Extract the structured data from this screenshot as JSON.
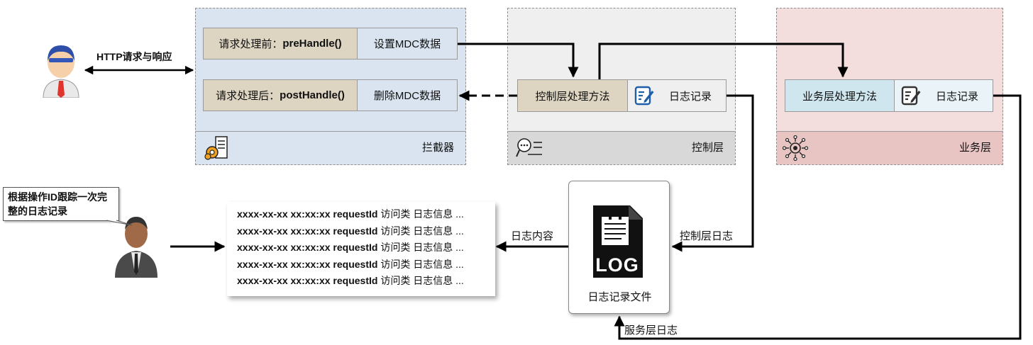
{
  "interceptor": {
    "pre_label": "请求处理前：",
    "pre_method": "preHandle()",
    "pre_action": "设置MDC数据",
    "post_label": "请求处理后：",
    "post_method": "postHandle()",
    "post_action": "删除MDC数据",
    "footer": "拦截器"
  },
  "controller": {
    "method": "控制层处理方法",
    "log": "日志记录",
    "footer": "控制层"
  },
  "service": {
    "method": "业务层处理方法",
    "log": "日志记录",
    "footer": "业务层"
  },
  "http_label": "HTTP请求与响应",
  "callout_text": "根据操作ID跟踪一次完整的日志记录",
  "log_file_label": "日志记录文件",
  "log_file_icon_text": "LOG",
  "controller_log_label": "控制层日志",
  "service_log_label": "服务层日志",
  "log_content_label": "日志内容",
  "log_lines": [
    {
      "prefix": "xxxx-xx-xx xx:xx:xx requestId",
      "suffix": " 访问类 日志信息 ..."
    },
    {
      "prefix": "xxxx-xx-xx xx:xx:xx requestId",
      "suffix": " 访问类 日志信息 ..."
    },
    {
      "prefix": "xxxx-xx-xx xx:xx:xx requestId",
      "suffix": " 访问类 日志信息 ..."
    },
    {
      "prefix": "xxxx-xx-xx xx:xx:xx requestId",
      "suffix": " 访问类 日志信息 ..."
    },
    {
      "prefix": "xxxx-xx-xx xx:xx:xx requestId",
      "suffix": " 访问类 日志信息 ..."
    }
  ],
  "colors": {
    "interceptor_bg": "#dae4f0",
    "interceptor_cell": "#ddd5c2",
    "controller_bg": "#efefef",
    "controller_footer": "#d8d8d8",
    "controller_cell": "#ddd5c2",
    "service_bg": "#f4dedd",
    "service_footer": "#e8c4c3",
    "service_cell": "#cfe6ef",
    "icon_blue": "#1f5fa8"
  }
}
